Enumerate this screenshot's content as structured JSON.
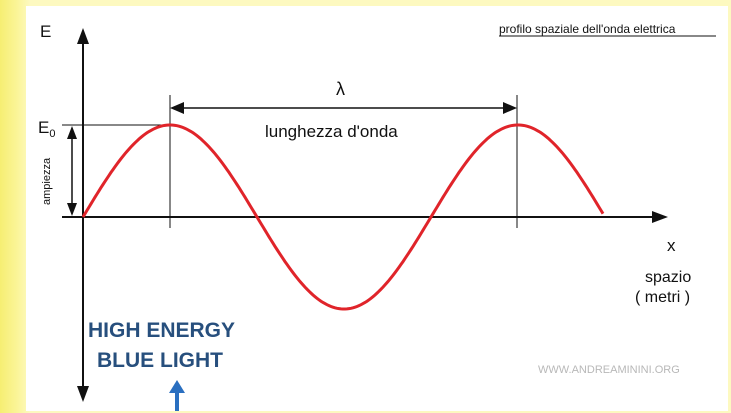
{
  "caption": "profilo spaziale dell'onda elettrica",
  "axis": {
    "y_label": "E",
    "x_label": "x",
    "x_desc_line1": "spazio",
    "x_desc_line2": "( metri )",
    "e0_main": "E",
    "e0_sub": "0",
    "amplitude": "ampiezza"
  },
  "lambda_symbol": "λ",
  "wavelength_label": "lunghezza d'onda",
  "badge": {
    "line1": "HIGH ENERGY",
    "line2": "BLUE LIGHT"
  },
  "watermark": "WWW.ANDREAMININI.ORG",
  "colors": {
    "wave": "#e0242a",
    "badge": "#274f7d",
    "arrow": "#2a6fc0",
    "background": "#fbf59a"
  }
}
